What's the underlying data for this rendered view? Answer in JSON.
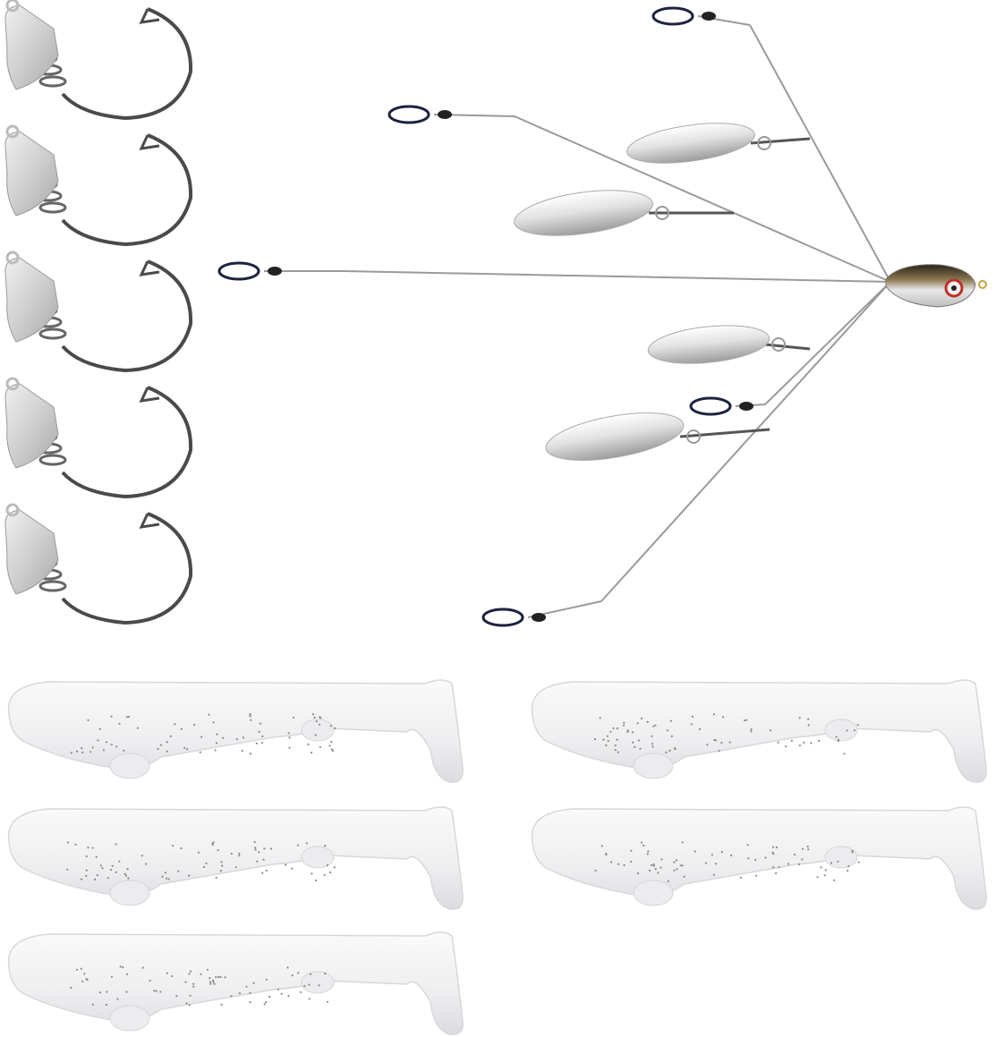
{
  "image": {
    "subject": "umbrella-rig-kit",
    "background": "#ffffff",
    "colors": {
      "lead_head": "#d4d4d4",
      "hook": "#4a4a4a",
      "wire": "#9a9a9a",
      "blade": "#e6e6e6",
      "snap": "#1e2240",
      "swivel": "#222222",
      "swimbait": "#f2f2f4",
      "glitter": "#8a8a8a",
      "rig_head_back": "#6b5a3a",
      "rig_head_eye": "#c0302a"
    },
    "jig_head_count": 5,
    "swimbait_count": 5,
    "blade_count": 4,
    "rig_arm_count": 5
  }
}
